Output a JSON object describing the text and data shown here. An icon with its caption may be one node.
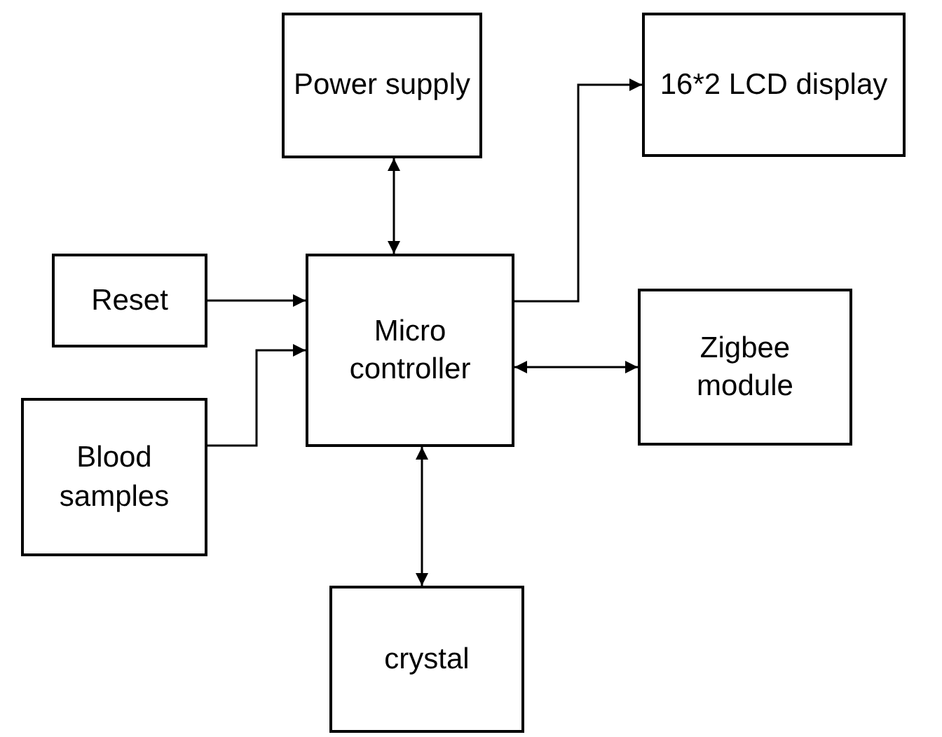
{
  "diagram": {
    "nodes": [
      {
        "text": [
          "Power supply"
        ]
      },
      {
        "text": [
          "16*2 LCD display"
        ]
      },
      {
        "text": [
          "Reset"
        ]
      },
      {
        "text": [
          "Micro controller"
        ]
      },
      {
        "text": [
          "Zigbee module"
        ]
      },
      {
        "text": [
          "Blood samples"
        ]
      },
      {
        "text": [
          "crystal"
        ]
      }
    ],
    "edges": [
      {
        "from": 0,
        "to": 3,
        "arrow": "both"
      },
      {
        "from": 3,
        "to": 1,
        "arrow": "to"
      },
      {
        "from": 2,
        "to": 3,
        "arrow": "to"
      },
      {
        "from": 3,
        "to": 4,
        "arrow": "both"
      },
      {
        "from": 5,
        "to": 3,
        "arrow": "to"
      },
      {
        "from": 3,
        "to": 6,
        "arrow": "both"
      }
    ]
  }
}
